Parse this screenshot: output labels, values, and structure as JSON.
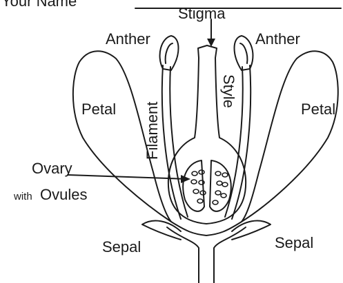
{
  "header": {
    "name_label": "Your Name"
  },
  "labels": {
    "stigma": "Stigma",
    "anther_left": "Anther",
    "anther_right": "Anther",
    "petal_left": "Petal",
    "petal_right": "Petal",
    "filament": "Filament",
    "style": "Style",
    "ovary": "Ovary",
    "with": "with",
    "ovules": "Ovules",
    "sepal_left": "Sepal",
    "sepal_right": "Sepal"
  },
  "colors": {
    "ink": "#1a1a1a",
    "background": "#ffffff"
  }
}
